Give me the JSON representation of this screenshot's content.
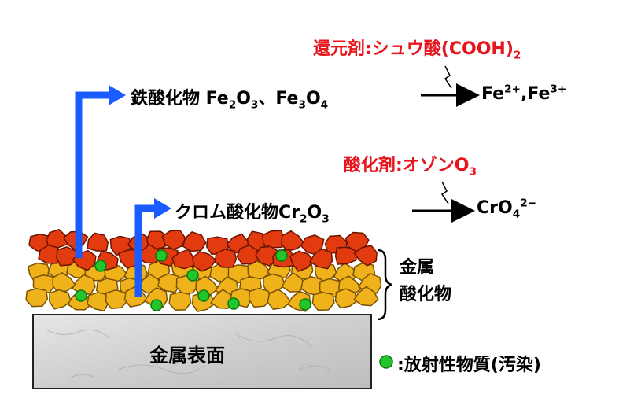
{
  "reducer_label": {
    "prefix": "還元剤:シュウ酸(COOH)",
    "sub": "2"
  },
  "iron_oxide": {
    "name": "鉄酸化物 Fe",
    "s1": "2",
    "mid1": "O",
    "s2": "3",
    "mid2": "、Fe",
    "s3": "3",
    "mid3": "O",
    "s4": "4"
  },
  "iron_ions": {
    "a": "Fe",
    "sa": "2+",
    "b": ",Fe",
    "sb": "3+"
  },
  "oxidizer_label": {
    "prefix": "酸化剤:オゾンO",
    "sub": "3"
  },
  "chromium_oxide": {
    "name": "クロム酸化物Cr",
    "s1": "2",
    "mid1": "O",
    "s2": "3"
  },
  "chromate": {
    "a": "CrO",
    "sub": "4",
    "sup": "2−"
  },
  "metal_oxide_label": {
    "line1": "金属",
    "line2": "酸化物"
  },
  "metal_surface_label": "金属表面",
  "legend": {
    "text": ":放射性物質(汚染)"
  },
  "colors": {
    "reducer_text": "#e8141c",
    "blue_arrow": "#1a5cff",
    "outer_oxide": "#e23b10",
    "inner_oxide": "#f0b21a",
    "radioactive_dot": "#22c52a",
    "metal_gray": "#d4d4d4"
  }
}
